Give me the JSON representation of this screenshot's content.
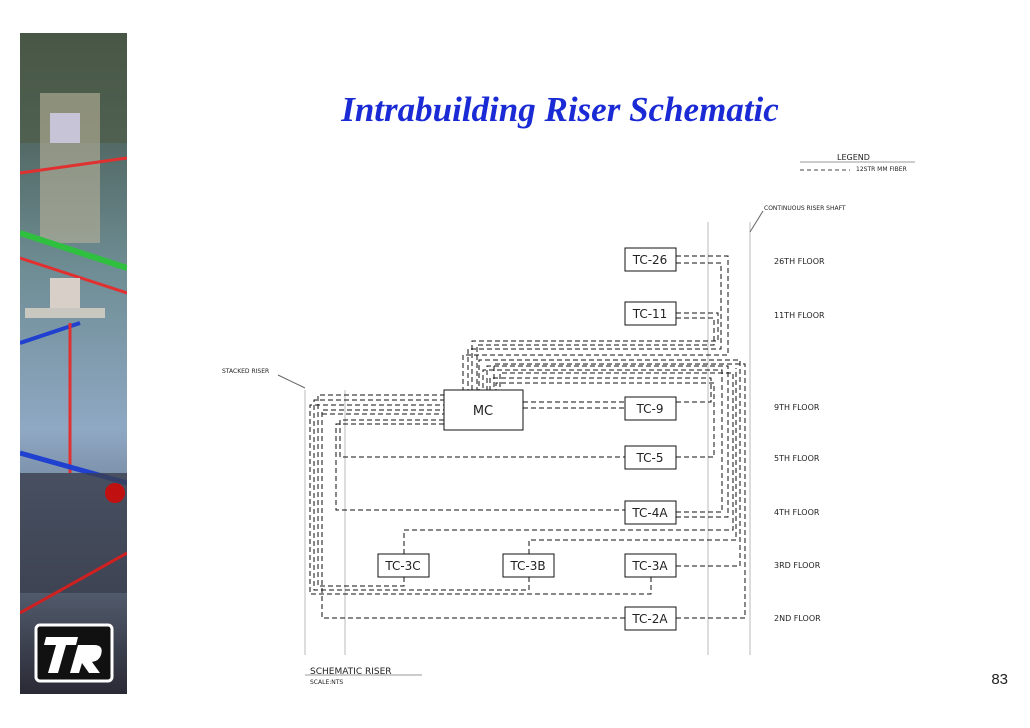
{
  "slide": {
    "title": "Intrabuilding Riser Schematic",
    "page_number": "83"
  },
  "legend": {
    "heading": "LEGEND",
    "fiber_label": "12STR MM FIBER"
  },
  "annotations": {
    "continuous_riser": "CONTINUOUS RISER SHAFT",
    "stacked_riser": "STACKED RISER",
    "schematic_title": "SCHEMATIC RISER",
    "scale": "SCALE:NTS"
  },
  "main_closet": {
    "label": "MC"
  },
  "closets": {
    "tc26": "TC-26",
    "tc11": "TC-11",
    "tc9": "TC-9",
    "tc5": "TC-5",
    "tc4a": "TC-4A",
    "tc3a": "TC-3A",
    "tc3b": "TC-3B",
    "tc3c": "TC-3C",
    "tc2a": "TC-2A"
  },
  "floors": {
    "f26": "26TH FLOOR",
    "f11": "11TH FLOOR",
    "f9": "9TH FLOOR",
    "f5": "5TH FLOOR",
    "f4": "4TH FLOOR",
    "f3": "3RD FLOOR",
    "f2": "2ND FLOOR"
  },
  "colors": {
    "title": "#1a2bd6",
    "line": "#111111",
    "shaft": "#bbbbbb"
  },
  "icons": {
    "sidebar": "office-photo-strip",
    "logo": "tr-logo"
  }
}
